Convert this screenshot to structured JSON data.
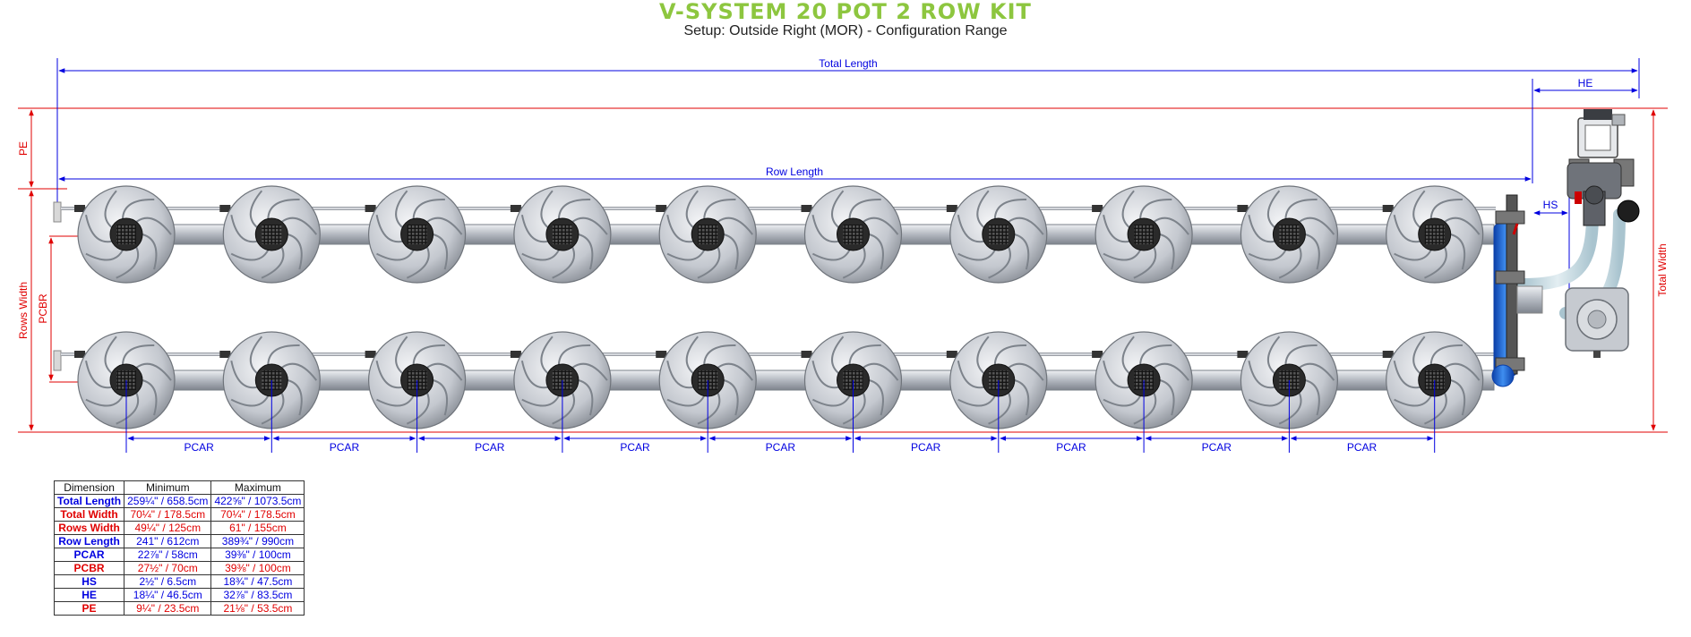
{
  "title": "V-SYSTEM 20 POT 2 ROW KIT",
  "subtitle": "Setup: Outside Right (MOR) - Configuration Range",
  "labels": {
    "total_length": "Total Length",
    "row_length": "Row Length",
    "he": "HE",
    "hs": "HS",
    "pe": "PE",
    "pcbr": "PCBR",
    "rows_width": "Rows Width",
    "total_width": "Total Width",
    "pcar": "PCAR"
  },
  "colors": {
    "blue": "#0000e0",
    "red": "#e00000",
    "title_green": "#8dc63f"
  },
  "layout": {
    "rows": 2,
    "pots_per_row": 10
  },
  "table": {
    "headers": [
      "Dimension",
      "Minimum",
      "Maximum"
    ],
    "rows": [
      {
        "name": "Total Length",
        "min": "259¼\" / 658.5cm",
        "max": "422⅝\" / 1073.5cm",
        "color": "blue"
      },
      {
        "name": "Total Width",
        "min": "70¼\" / 178.5cm",
        "max": "70¼\" / 178.5cm",
        "color": "red"
      },
      {
        "name": "Rows Width",
        "min": "49¼\" / 125cm",
        "max": "61\" / 155cm",
        "color": "red"
      },
      {
        "name": "Row Length",
        "min": "241\" / 612cm",
        "max": "389¾\" / 990cm",
        "color": "blue"
      },
      {
        "name": "PCAR",
        "min": "22⅞\" / 58cm",
        "max": "39⅜\" / 100cm",
        "color": "blue"
      },
      {
        "name": "PCBR",
        "min": "27½\" / 70cm",
        "max": "39⅜\" / 100cm",
        "color": "red"
      },
      {
        "name": "HS",
        "min": "2½\" / 6.5cm",
        "max": "18¾\" / 47.5cm",
        "color": "blue"
      },
      {
        "name": "HE",
        "min": "18¼\" / 46.5cm",
        "max": "32⅞\" / 83.5cm",
        "color": "blue"
      },
      {
        "name": "PE",
        "min": "9¼\" / 23.5cm",
        "max": "21⅛\" / 53.5cm",
        "color": "red"
      }
    ]
  }
}
